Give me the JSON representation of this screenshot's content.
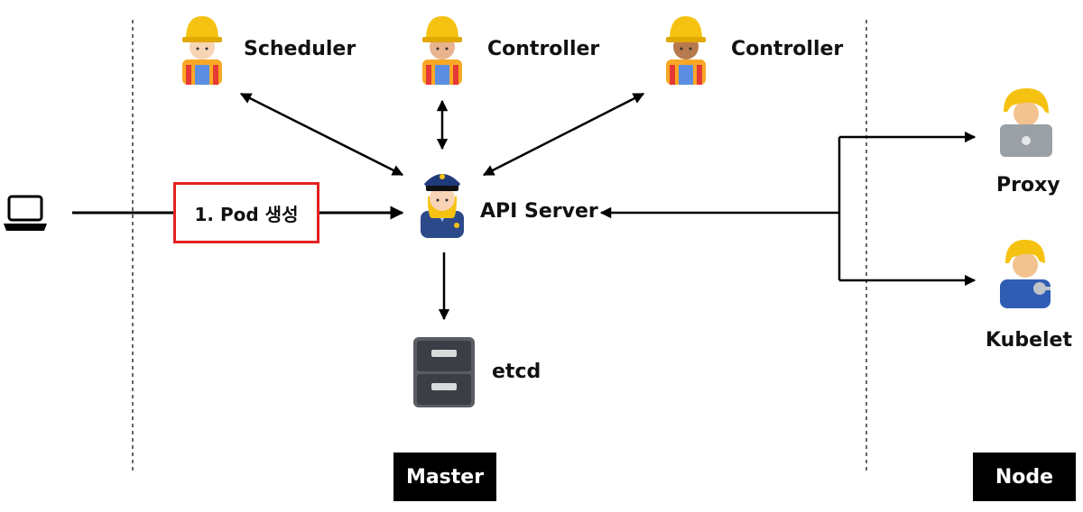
{
  "nodes": {
    "scheduler": {
      "label": "Scheduler",
      "icon": "construction-worker-icon"
    },
    "controller_1": {
      "label": "Controller",
      "icon": "construction-worker-icon"
    },
    "controller_2": {
      "label": "Controller",
      "icon": "construction-worker-icon"
    },
    "api_server": {
      "label": "API Server",
      "icon": "police-officer-icon"
    },
    "etcd": {
      "label": "etcd",
      "icon": "file-cabinet-icon"
    },
    "proxy": {
      "label": "Proxy",
      "icon": "technologist-icon"
    },
    "kubelet": {
      "label": "Kubelet",
      "icon": "mechanic-icon"
    },
    "client": {
      "icon": "laptop-icon"
    }
  },
  "step": {
    "label": "1. Pod 생성",
    "border_color": "#e32222"
  },
  "regions": {
    "master": "Master",
    "node": "Node"
  }
}
